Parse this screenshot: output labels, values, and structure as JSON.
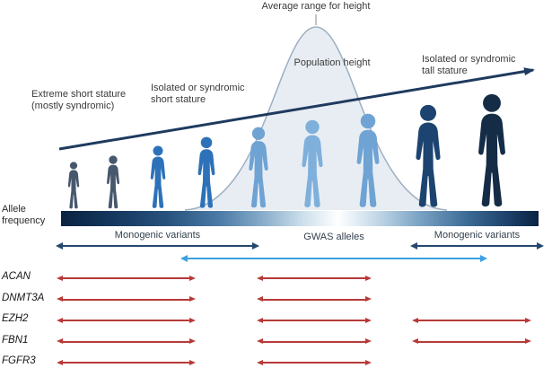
{
  "labels": {
    "average_range": "Average range for height",
    "population_height": "Population height",
    "extreme_short": "Extreme short stature\n(mostly syndromic)",
    "short_stature": "Isolated or syndromic\nshort stature",
    "tall_stature": "Isolated or syndromic\ntall stature",
    "allele_frequency": "Allele\nfrequency"
  },
  "arrows": {
    "monogenic_left": "Monogenic variants",
    "gwas": "GWAS alleles",
    "monogenic_right": "Monogenic variants"
  },
  "genes": [
    {
      "name": "ACAN",
      "spans": [
        "short",
        "average"
      ]
    },
    {
      "name": "DNMT3A",
      "spans": [
        "short",
        "average"
      ]
    },
    {
      "name": "EZH2",
      "spans": [
        "short",
        "average",
        "tall"
      ]
    },
    {
      "name": "FBN1",
      "spans": [
        "short",
        "average",
        "tall"
      ]
    },
    {
      "name": "FGFR3",
      "spans": [
        "short",
        "average"
      ]
    }
  ],
  "figures": [
    {
      "height": 54,
      "color": "#47586d"
    },
    {
      "height": 61,
      "color": "#47586d"
    },
    {
      "height": 72,
      "color": "#2d72b8"
    },
    {
      "height": 82,
      "color": "#2d72b8"
    },
    {
      "height": 93,
      "color": "#6ea3d4"
    },
    {
      "height": 101,
      "color": "#7fb0dc"
    },
    {
      "height": 108,
      "color": "#6ea3d4"
    },
    {
      "height": 118,
      "color": "#1d4470"
    },
    {
      "height": 130,
      "color": "#152c47"
    }
  ],
  "colors": {
    "monogenic_arrow": "#24486e",
    "gwas_arrow": "#3ba1e1",
    "gene_arrow": "#b73a38",
    "trend_arrow": "#1f3a5f",
    "curve_fill": "#e8edf3",
    "curve_stroke": "#9db0c2"
  }
}
